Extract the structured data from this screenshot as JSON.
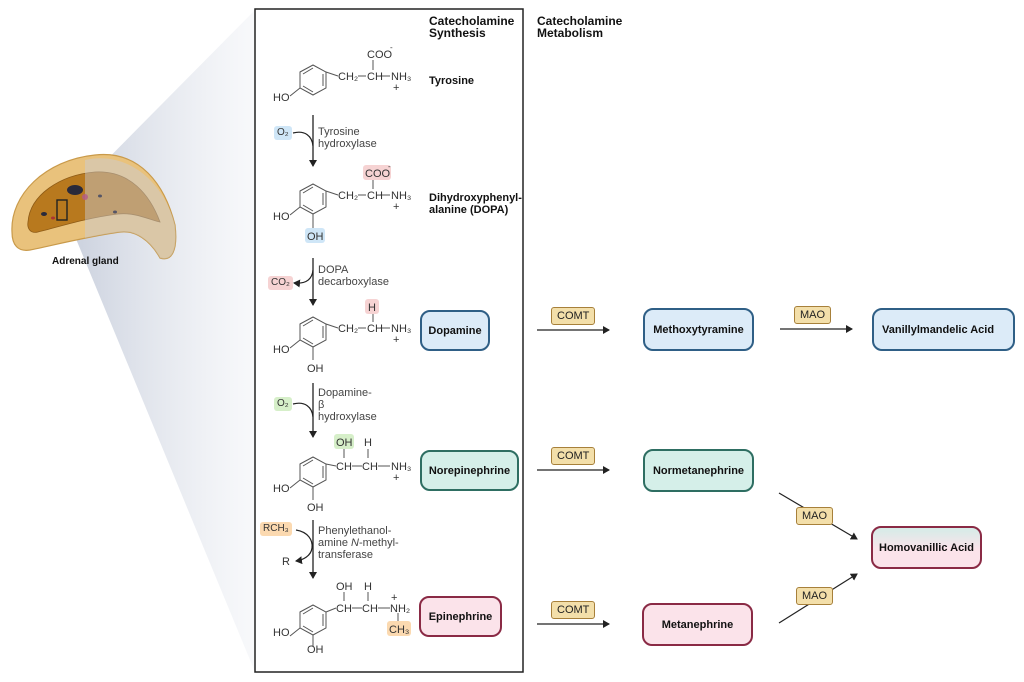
{
  "headers": {
    "synthesis": "Catecholamine Synthesis",
    "synthesis_line1": "Catecholamine",
    "synthesis_line2": "Synthesis",
    "metabolism_line1": "Catecholamine",
    "metabolism_line2": "Metabolism"
  },
  "organ": {
    "label": "Adrenal gland",
    "colors": {
      "cortex": "#e9c27c",
      "medulla": "#b8791e",
      "shade": "#c8cfdc"
    }
  },
  "synthesis_steps": [
    {
      "compound": "Tyrosine",
      "groups": {
        "top": "COO",
        "charge_top": "-",
        "chain1": "CH₂",
        "chain2": "CH",
        "amine": "NH₃",
        "charge_amine": "+",
        "ring_sub": "HO"
      }
    },
    {
      "enzyme_line1": "Tyrosine",
      "enzyme_line2": "hydroxylase",
      "cofactor": "O₂",
      "cofactor_color": "#cfe6f7"
    },
    {
      "compound_line1": "Dihydroxyphenyl-",
      "compound_line2": "alanine (DOPA)",
      "groups": {
        "top": "COO",
        "charge_top": "-",
        "chain1": "CH₂",
        "chain2": "CH",
        "amine": "NH₃",
        "charge_amine": "+",
        "ring_sub": "HO",
        "ring_sub2": "OH"
      },
      "highlight_top_color": "#f6d3d3",
      "highlight_oh_color": "#cfe6f7"
    },
    {
      "enzyme_line1": "DOPA",
      "enzyme_line2": "decarboxylase",
      "byproduct": "CO₂",
      "byproduct_color": "#f6d3d3"
    },
    {
      "compound": "Dopamine",
      "groups": {
        "top": "H",
        "chain1": "CH₂",
        "chain2": "CH",
        "amine": "NH₃",
        "charge_amine": "+",
        "ring_sub": "HO",
        "ring_sub2": "OH"
      },
      "highlight_top_color": "#f6d3d3"
    },
    {
      "enzyme_line1": "Dopamine-",
      "enzyme_line2": "β",
      "enzyme_line3": "hydroxylase",
      "cofactor": "O₂",
      "cofactor_color": "#d6efc9"
    },
    {
      "compound": "Norepinephrine",
      "groups": {
        "top1": "OH",
        "top2": "H",
        "chain1": "CH",
        "chain2": "CH",
        "amine": "NH₃",
        "charge_amine": "+",
        "ring_sub": "HO",
        "ring_sub2": "OH"
      },
      "highlight_top_color": "#d6efc9"
    },
    {
      "enzyme_line1": "Phenylethanol-",
      "enzyme_line2a": "amine ",
      "enzyme_line2b": "N",
      "enzyme_line2c": "-methyl-",
      "enzyme_line3": "transferase",
      "cofactor": "RCH₃",
      "byproduct": "R",
      "cofactor_color": "#fbd9b0"
    },
    {
      "compound": "Epinephrine",
      "groups": {
        "top1": "OH",
        "top2": "H",
        "chain1": "CH",
        "chain2": "CH",
        "amine": "NH₂",
        "charge_amine": "+",
        "methyl": "CH₃",
        "ring_sub": "HO",
        "ring_sub2": "OH"
      },
      "highlight_methyl_color": "#fbd9b0"
    }
  ],
  "metabolism": {
    "enzymes": {
      "comt": "COMT",
      "mao": "MAO"
    },
    "products": {
      "dopamine": "Dopamine",
      "norepinephrine": "Norepinephrine",
      "epinephrine": "Epinephrine",
      "methoxytyramine": "Methoxytyramine",
      "normetanephrine": "Normetanephrine",
      "metanephrine": "Metanephrine",
      "vanillylmandelic": "Vanillylmandelic Acid",
      "homovanillic": "Homovanillic Acid"
    }
  }
}
